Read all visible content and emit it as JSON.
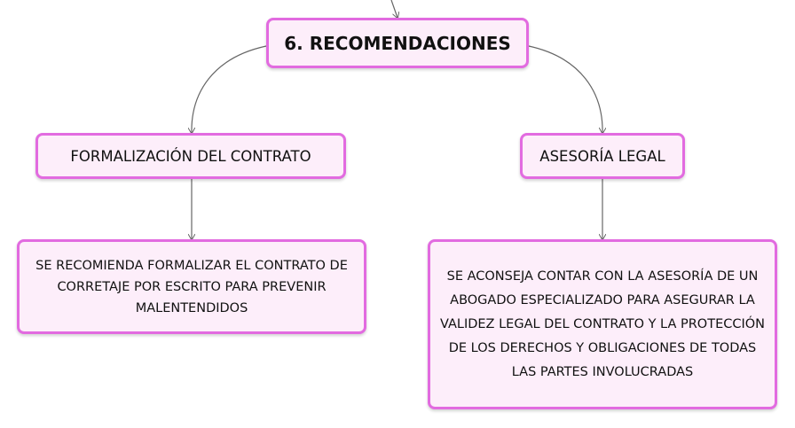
{
  "diagram": {
    "colors": {
      "node_fill": "#fdeefa",
      "node_border": "#e26be0",
      "connector": "#666666"
    },
    "root": {
      "label": "6. RECOMENDACIONES"
    },
    "branches": [
      {
        "label": "FORMALIZACIÓN DEL CONTRATO",
        "detail": "SE RECOMIENDA FORMALIZAR EL CONTRATO DE CORRETAJE POR ESCRITO PARA PREVENIR MALENTENDIDOS"
      },
      {
        "label": "ASESORÍA LEGAL",
        "detail": "SE ACONSEJA CONTAR CON LA ASESORÍA DE UN ABOGADO ESPECIALIZADO PARA ASEGURAR LA VALIDEZ LEGAL DEL CONTRATO Y LA PROTECCIÓN DE LOS DERECHOS Y OBLIGACIONES DE TODAS LAS PARTES INVOLUCRADAS"
      }
    ]
  }
}
